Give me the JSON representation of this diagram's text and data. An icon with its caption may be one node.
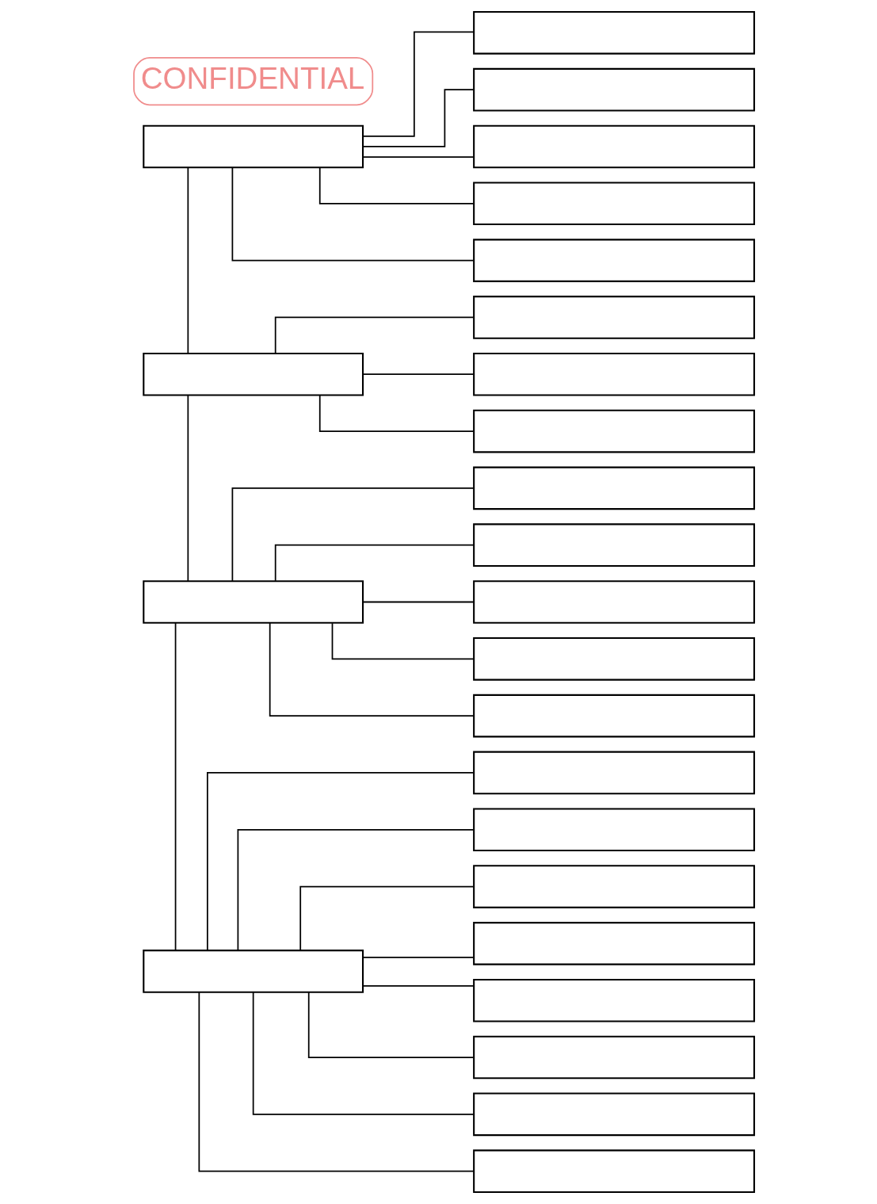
{
  "diagram": {
    "nodes": [
      {
        "text": [],
        "shape": "box"
      },
      {
        "text": [],
        "shape": "box"
      },
      {
        "text": [],
        "shape": "box"
      },
      {
        "text": [],
        "shape": "box"
      },
      {
        "text": [],
        "shape": "box"
      },
      {
        "text": [],
        "shape": "box"
      },
      {
        "text": [],
        "shape": "box"
      },
      {
        "text": [],
        "shape": "box"
      },
      {
        "text": [],
        "shape": "box"
      },
      {
        "text": [],
        "shape": "box"
      },
      {
        "text": [],
        "shape": "box"
      },
      {
        "text": [],
        "shape": "box"
      },
      {
        "text": [],
        "shape": "box"
      },
      {
        "text": [],
        "shape": "box"
      },
      {
        "text": [],
        "shape": "box"
      },
      {
        "text": [],
        "shape": "box"
      },
      {
        "text": [],
        "shape": "box"
      },
      {
        "text": [],
        "shape": "box"
      },
      {
        "text": [],
        "shape": "box"
      },
      {
        "text": [],
        "shape": "box"
      },
      {
        "text": [],
        "shape": "box"
      },
      {
        "text": [],
        "shape": "box"
      },
      {
        "text": [],
        "shape": "box"
      },
      {
        "text": [],
        "shape": "box"
      },
      {
        "text": [],
        "shape": "box"
      }
    ],
    "edges": [
      {
        "from": 0,
        "to": 6,
        "arrow": "none"
      },
      {
        "from": 6,
        "to": 10,
        "arrow": "none"
      },
      {
        "from": 10,
        "to": 16,
        "arrow": "none"
      },
      {
        "from": 0,
        "to": 1,
        "arrow": "none"
      },
      {
        "from": 0,
        "to": 2,
        "arrow": "none"
      },
      {
        "from": 0,
        "to": 3,
        "arrow": "none"
      },
      {
        "from": 0,
        "to": 4,
        "arrow": "none"
      },
      {
        "from": 0,
        "to": 5,
        "arrow": "none"
      },
      {
        "from": 6,
        "to": 7,
        "arrow": "none"
      },
      {
        "from": 6,
        "to": 8,
        "arrow": "none"
      },
      {
        "from": 6,
        "to": 9,
        "arrow": "none"
      },
      {
        "from": 10,
        "to": 11,
        "arrow": "none"
      },
      {
        "from": 10,
        "to": 12,
        "arrow": "none"
      },
      {
        "from": 10,
        "to": 13,
        "arrow": "none"
      },
      {
        "from": 10,
        "to": 14,
        "arrow": "none"
      },
      {
        "from": 10,
        "to": 15,
        "arrow": "none"
      },
      {
        "from": 16,
        "to": 17,
        "arrow": "none"
      },
      {
        "from": 16,
        "to": 18,
        "arrow": "none"
      },
      {
        "from": 16,
        "to": 19,
        "arrow": "none"
      },
      {
        "from": 16,
        "to": 20,
        "arrow": "none"
      },
      {
        "from": 16,
        "to": 21,
        "arrow": "none"
      },
      {
        "from": 16,
        "to": 22,
        "arrow": "none"
      },
      {
        "from": 16,
        "to": 23,
        "arrow": "none"
      },
      {
        "from": 16,
        "to": 24,
        "arrow": "none"
      }
    ],
    "labels": [
      "CONFIDENTIAL"
    ]
  }
}
